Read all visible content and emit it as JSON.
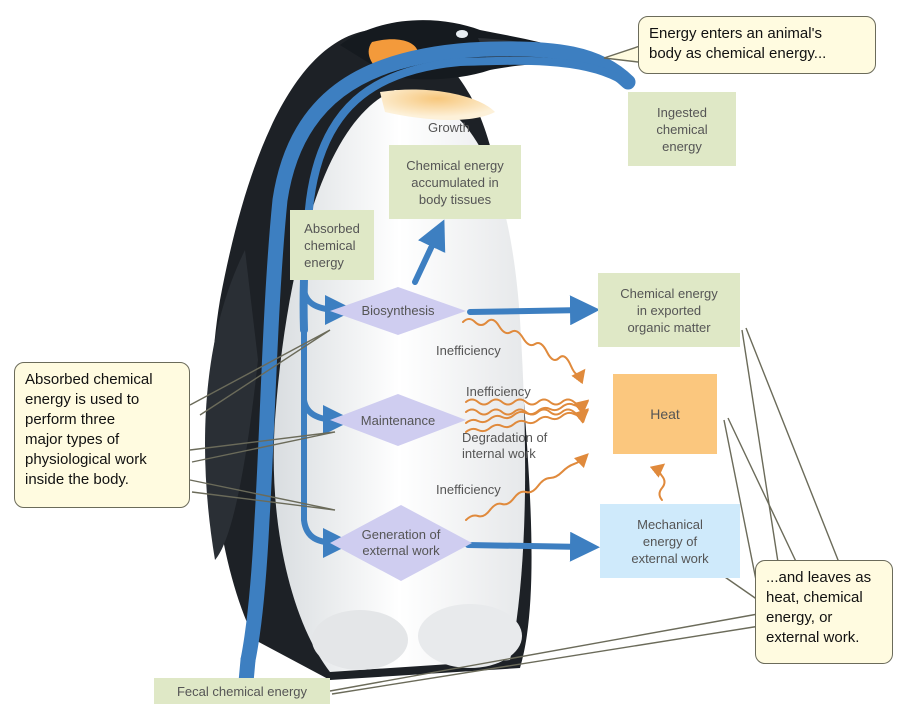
{
  "callouts": {
    "energy_enters": "Energy enters an animal's\nbody as chemical energy...",
    "absorbed_used": "Absorbed chemical\nenergy is used to\nperform three\nmajor types of\nphysiological work\ninside the body.",
    "leaves_as": "...and leaves as\nheat, chemical\nenergy, or\nexternal work."
  },
  "boxes": {
    "ingested": "Ingested\nchemical\nenergy",
    "accumulated": "Chemical energy\naccumulated in\nbody tissues",
    "absorbed": "Absorbed\nchemical\nenergy",
    "exported": "Chemical energy\nin exported\norganic matter",
    "heat": "Heat",
    "mechanical": "Mechanical\nenergy of\nexternal work",
    "fecal": "Fecal chemical energy"
  },
  "processes": {
    "biosynthesis": "Biosynthesis",
    "maintenance": "Maintenance",
    "external_work": "Generation of\nexternal work"
  },
  "labels": {
    "growth": "Growth",
    "inefficiency_1": "Inefficiency",
    "inefficiency_2": "Inefficiency",
    "degradation": "Degradation of\ninternal work",
    "inefficiency_3": "Inefficiency"
  },
  "colors": {
    "flow_arrow": "#3d7fc1",
    "heat_arrow": "#e08a3c",
    "green_box": "#dfe8c6",
    "heat_box": "#fbc77e",
    "blue_box": "#cfeafb",
    "diamond": "#cfcdf0",
    "callout_fill": "#fffbe0"
  }
}
